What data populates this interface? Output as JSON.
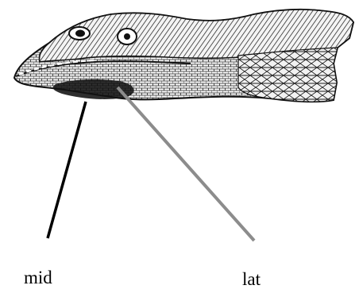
{
  "figure": {
    "subject_icon": "lizard-head-scale-drawing",
    "labels": {
      "mid": "mid",
      "lat": "lat"
    },
    "colors": {
      "ink": "#111111",
      "mid_pointer": "#000000",
      "lat_pointer": "#8c8c8c",
      "background": "#ffffff"
    }
  }
}
